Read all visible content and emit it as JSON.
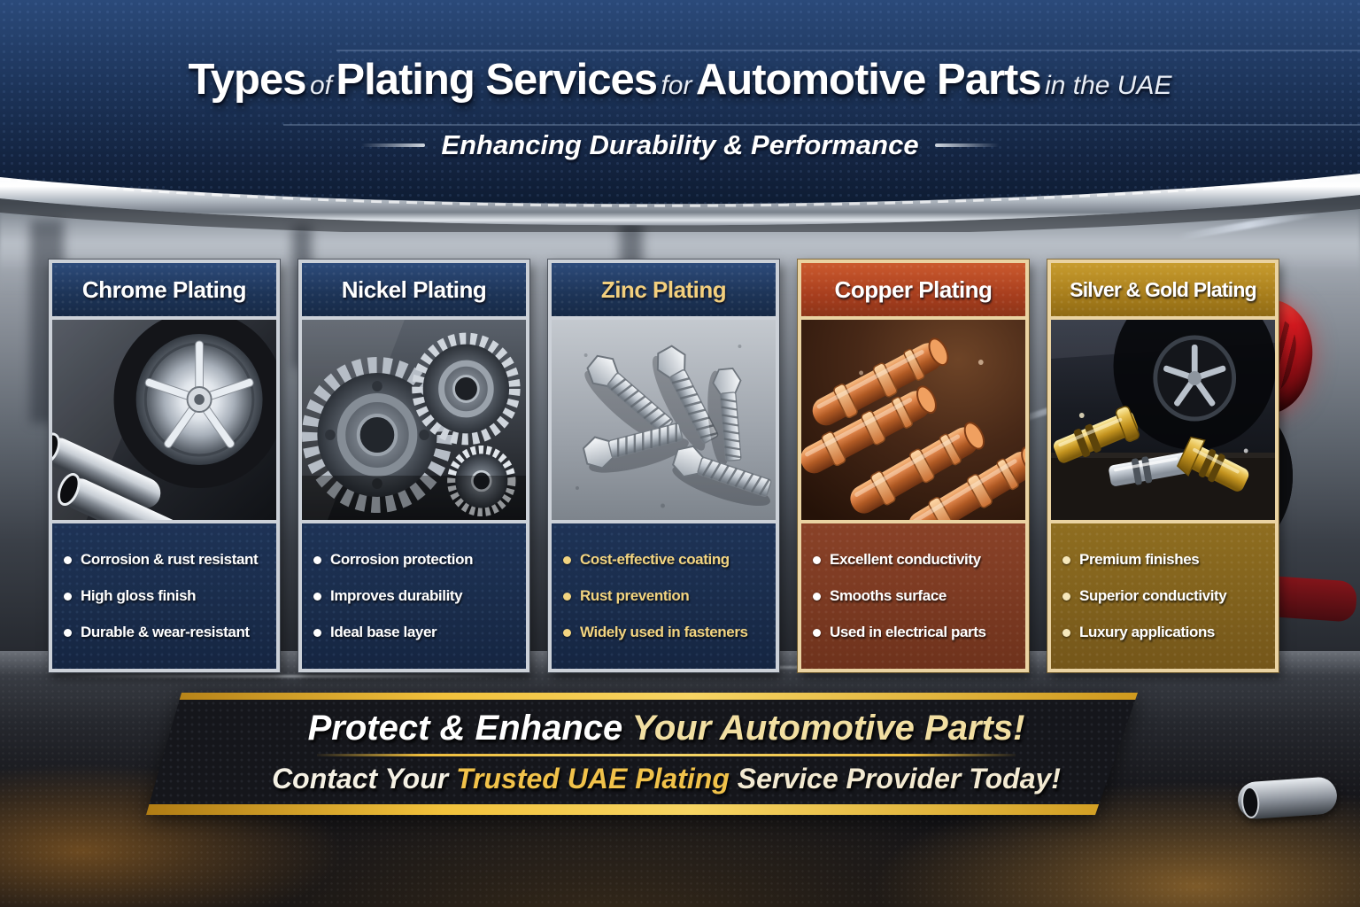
{
  "header": {
    "title": {
      "w1": "Types",
      "c1": "of",
      "w2": "Plating Services",
      "c2": "for",
      "w3": "Automotive Parts",
      "c3": "in the UAE"
    },
    "subtitle": "Enhancing Durability & Performance"
  },
  "cards": [
    {
      "title": "Chrome Plating",
      "photo": "chrome alloy wheel and twin chrome exhaust pipes",
      "bullets": [
        "Corrosion & rust resistant",
        "High gloss finish",
        "Durable & wear-resistant"
      ]
    },
    {
      "title": "Nickel Plating",
      "photo": "nickel plated steel gears",
      "bullets": [
        "Corrosion protection",
        "Improves durability",
        "Ideal base layer"
      ]
    },
    {
      "title": "Zinc Plating",
      "photo": "zinc plated bolts and fasteners",
      "bullets": [
        "Cost-effective coating",
        "Rust prevention",
        "Widely used in fasteners"
      ]
    },
    {
      "title": "Copper Plating",
      "photo": "copper plated fittings",
      "bullets": [
        "Excellent conductivity",
        "Smooths surface",
        "Used in electrical parts"
      ]
    },
    {
      "title": "Silver & Gold Plating",
      "photo": "gold and silver plated connectors beside car wheel",
      "bullets": [
        "Premium finishes",
        "Superior conductivity",
        "Luxury applications"
      ]
    }
  ],
  "banner": {
    "line1_white": "Protect & Enhance",
    "line1_gold": "Your Automotive Parts!",
    "line2_prefix": "Contact Your",
    "line2_gold": "Trusted UAE Plating",
    "line2_suffix": "Service Provider Today!"
  },
  "colors": {
    "navy": "#1b3154",
    "silver_frame": "#ccd1d8",
    "copper_header": "#a83e1e",
    "gold_header": "#a87e1c",
    "gold_accent": "#f2c23c",
    "zinc_text": "#f2d480"
  }
}
